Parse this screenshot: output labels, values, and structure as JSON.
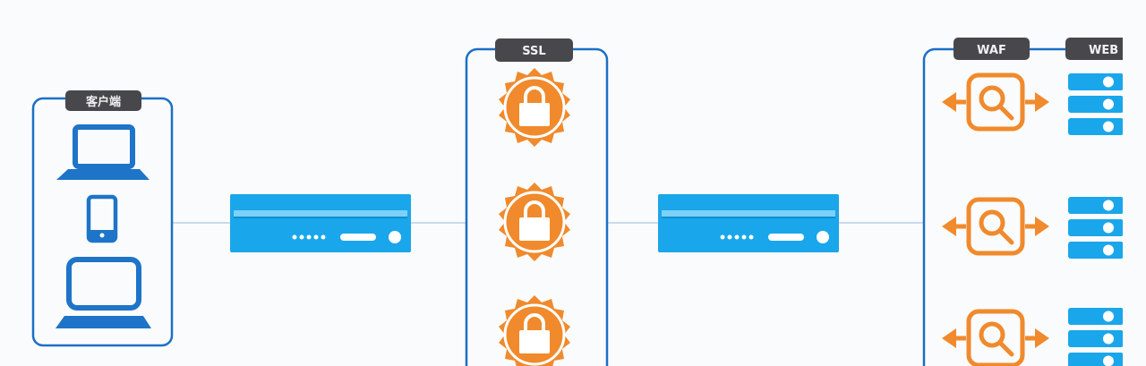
{
  "labels": {
    "client": "客户端",
    "ssl": "SSL",
    "waf": "WAF",
    "web": "WEB"
  },
  "colors": {
    "frame_blue": "#1b6fc6",
    "device_blue": "#1e74c8",
    "server_blue": "#1aa6ea",
    "orange": "#f08a2c",
    "tab_dark": "#48484c",
    "link_line": "#b9cfe6"
  },
  "icons": {
    "client_devices": [
      "laptop-icon",
      "phone-icon",
      "desktop-monitor-icon"
    ],
    "load_balancers": [
      "network-appliance-icon",
      "network-appliance-icon"
    ],
    "ssl_nodes": [
      "gear-lock-icon",
      "gear-lock-icon",
      "gear-lock-icon"
    ],
    "waf_nodes": [
      "waf-inspect-icon",
      "waf-inspect-icon",
      "waf-inspect-icon"
    ],
    "web_servers": [
      "server-stack-icon",
      "server-stack-icon",
      "server-stack-icon"
    ]
  }
}
